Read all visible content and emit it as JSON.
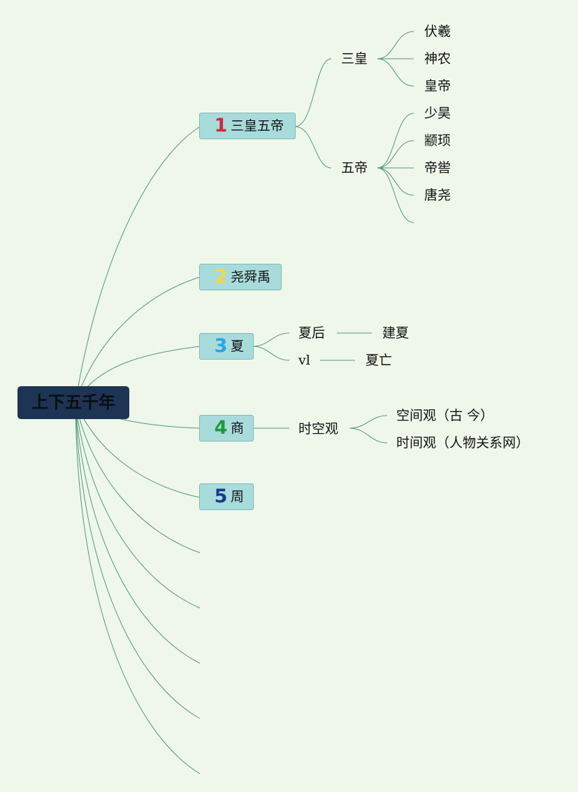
{
  "root": {
    "label": "上下五千年"
  },
  "topics": [
    {
      "num": "1",
      "num_color": "#d7263d",
      "label": "三皇五帝"
    },
    {
      "num": "2",
      "num_color": "#f2d74a",
      "label": "尧舜禹"
    },
    {
      "num": "3",
      "num_color": "#2aa4e3",
      "label": "夏"
    },
    {
      "num": "4",
      "num_color": "#1f9a3c",
      "label": "商"
    },
    {
      "num": "5",
      "num_color": "#1d3a8a",
      "label": "周"
    }
  ],
  "sanhuang_wudi": {
    "sanhuang": {
      "label": "三皇",
      "children": [
        "伏羲",
        "神农",
        "皇帝"
      ]
    },
    "wudi": {
      "label": "五帝",
      "children": [
        "少昊",
        "颛顼",
        "帝喾",
        "唐尧",
        ""
      ]
    }
  },
  "xia": {
    "branches": [
      {
        "label": "夏后",
        "child": "建夏"
      },
      {
        "label": "vl",
        "child": "夏亡"
      }
    ]
  },
  "shang": {
    "label": "时空观",
    "children": [
      "空间观（古 今）",
      "时间观（人物关系网）"
    ]
  },
  "colors": {
    "background": "#eef7ea",
    "root_fill": "#1e3454",
    "topic_fill": "#a8dcdc",
    "link_stroke": "#4f9a76"
  }
}
